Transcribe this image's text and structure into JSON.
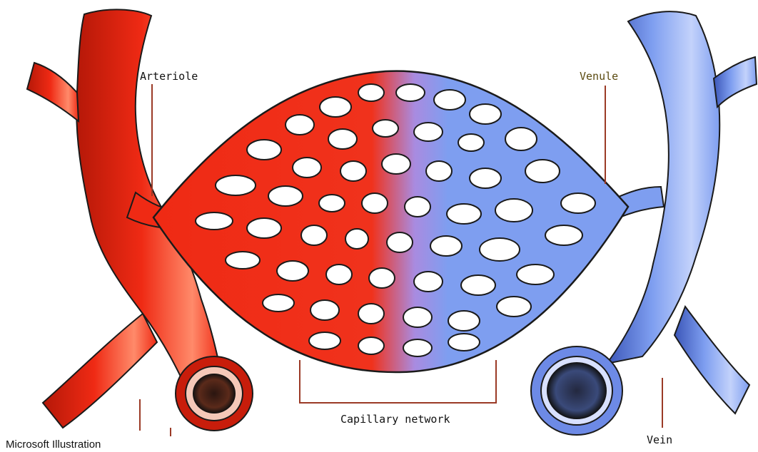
{
  "diagram": {
    "labels": {
      "arteriole": "Arteriole",
      "venule": "Venule",
      "capillary_network": "Capillary network",
      "vein": "Vein",
      "credit": "Microsoft Illustration"
    },
    "colors": {
      "artery": "#ef2a14",
      "artery_dark": "#b51808",
      "artery_light": "#ff8a6a",
      "vein": "#7e9ef0",
      "vein_dark": "#3b56b8",
      "vein_light": "#c3d2fb",
      "leader": "#9b3a26",
      "outline": "#1a1a1a"
    }
  }
}
